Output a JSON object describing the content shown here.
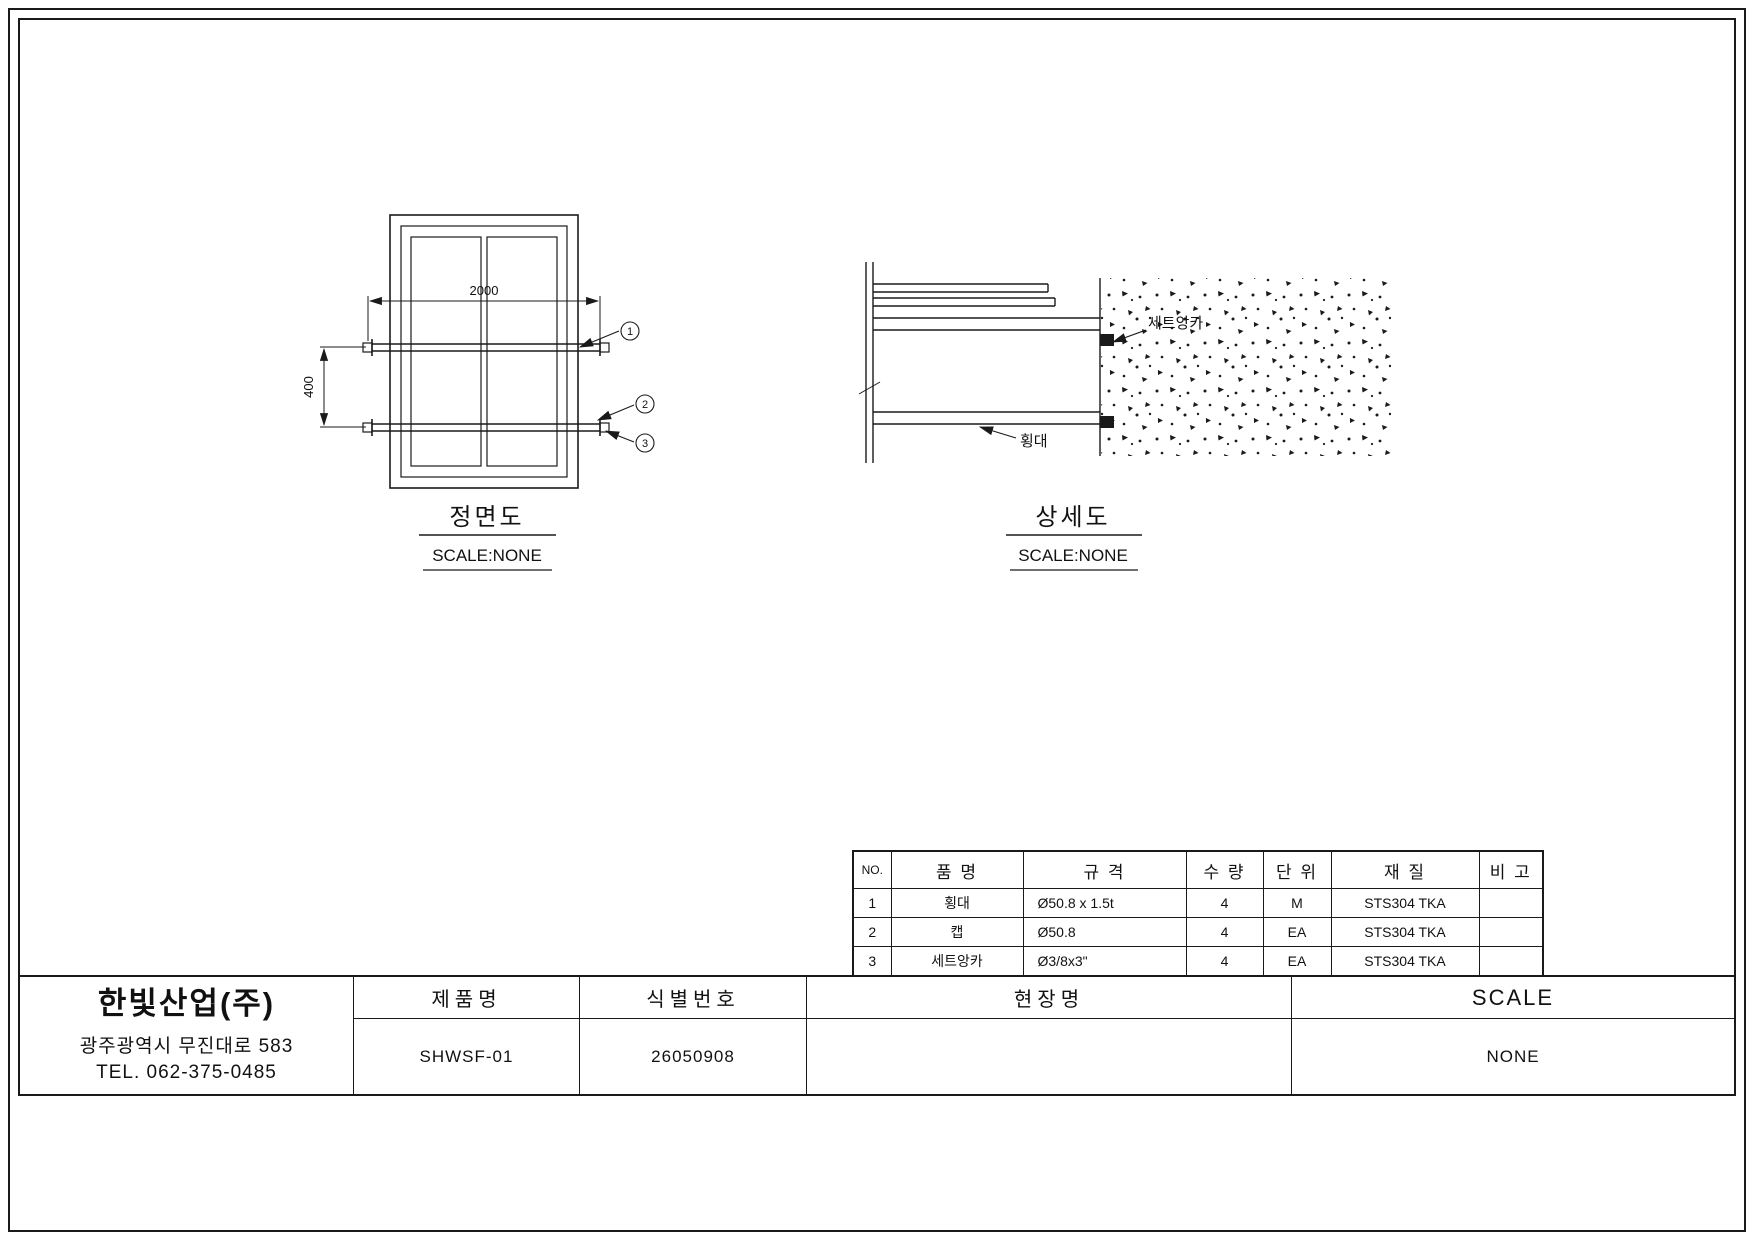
{
  "front_view": {
    "title": "정면도",
    "scale": "SCALE:NONE",
    "dim_width": "2000",
    "dim_height": "400",
    "callouts": [
      "1",
      "2",
      "3"
    ]
  },
  "detail_view": {
    "title": "상세도",
    "scale": "SCALE:NONE",
    "label_anchor": "세트앙카",
    "label_bar": "횡대"
  },
  "parts_table": {
    "headers": [
      "NO.",
      "품 명",
      "규 격",
      "수 량",
      "단 위",
      "재 질",
      "비 고"
    ],
    "rows": [
      {
        "no": "1",
        "name": "횡대",
        "spec": "Ø50.8 x 1.5t",
        "qty": "4",
        "unit": "M",
        "material": "STS304 TKA",
        "remark": ""
      },
      {
        "no": "2",
        "name": "캡",
        "spec": "Ø50.8",
        "qty": "4",
        "unit": "EA",
        "material": "STS304 TKA",
        "remark": ""
      },
      {
        "no": "3",
        "name": "세트앙카",
        "spec": "Ø3/8x3\"",
        "qty": "4",
        "unit": "EA",
        "material": "STS304 TKA",
        "remark": ""
      }
    ]
  },
  "title_block": {
    "company": "한빛산업(주)",
    "address": "광주광역시 무진대로 583",
    "tel": "TEL. 062-375-0485",
    "product_label": "제품명",
    "product_value": "SHWSF-01",
    "id_label": "식별번호",
    "id_value": "26050908",
    "site_label": "현장명",
    "site_value": "",
    "scale_label": "SCALE",
    "scale_value": "NONE"
  },
  "colors": {
    "line": "#1a1a1a",
    "background": "#ffffff"
  }
}
